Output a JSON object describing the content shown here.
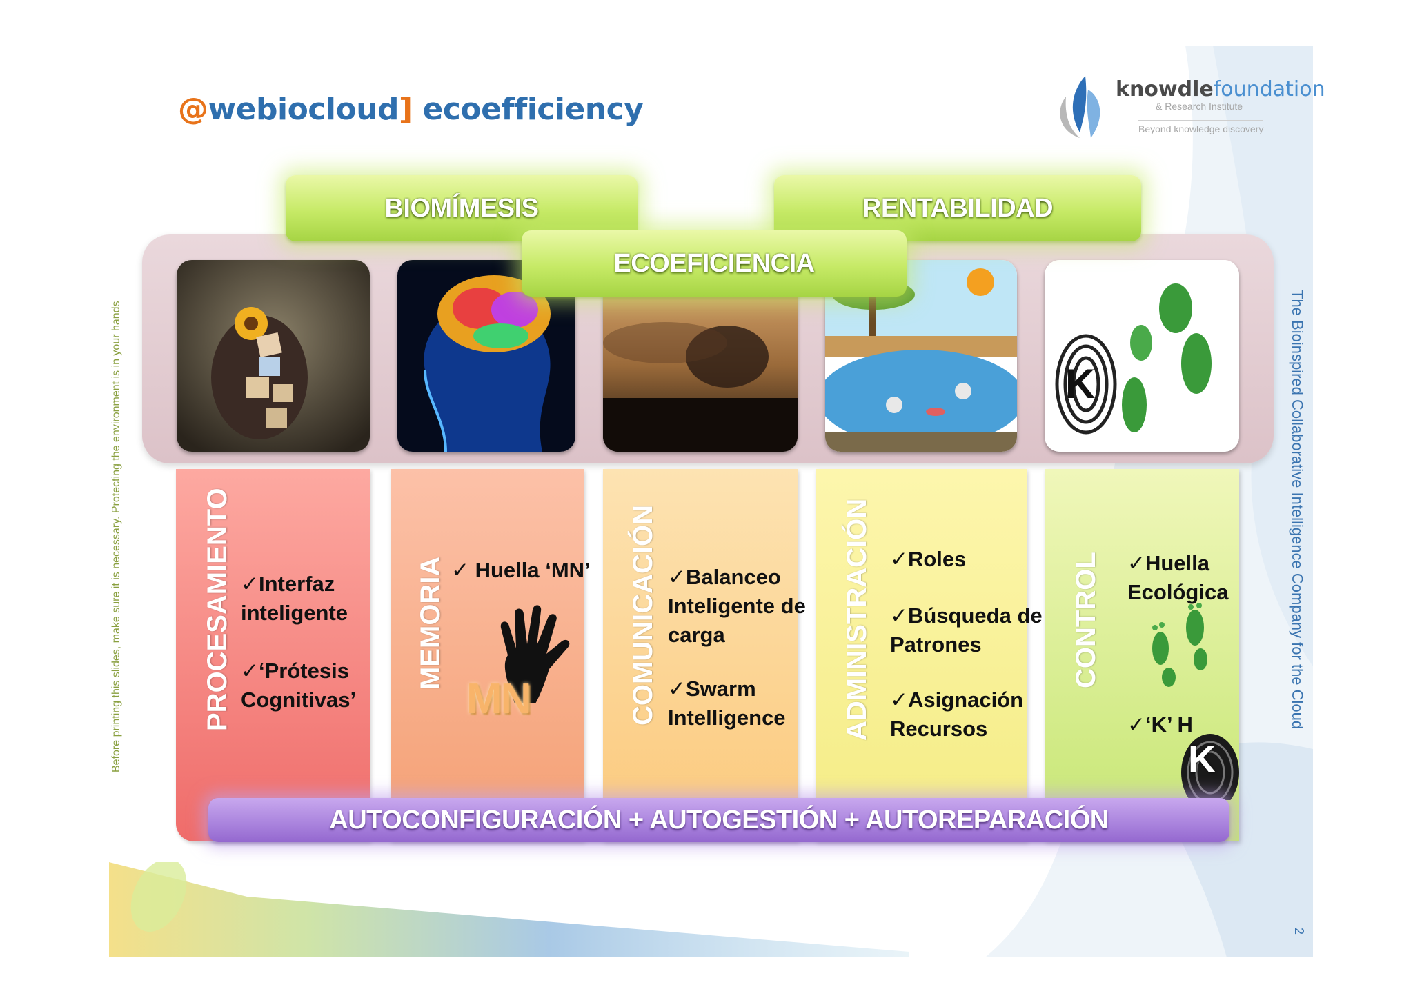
{
  "header": {
    "title_at": "@",
    "title_brand": "webiocloud",
    "title_bracket": "]",
    "title_rest": " ecoefficiency"
  },
  "logo": {
    "name_bold": "knowdle",
    "name_light": "foundation",
    "subtitle": "& Research Institute",
    "tagline": "Beyond knowledge discovery"
  },
  "side_left": "Before printing this slides, make sure it is necessary. Protecting the environment is in your hands",
  "side_right": "The Bioinspired Collaborative Intelligence Company for the Cloud",
  "page_number": "2",
  "top_bars": {
    "biomimesis": "BIOMÍMESIS",
    "rentabilidad": "RENTABILIDAD",
    "ecoeficiencia": "ECOEFICIENCIA"
  },
  "columns": [
    {
      "title": "PROCESAMIENTO",
      "color_top": "#fda9a1",
      "color_bottom": "#ef6c6a",
      "bullets": [
        [
          "✓Interfaz",
          "inteligente"
        ],
        [
          "✓‘Prótesis",
          "Cognitivas’"
        ]
      ]
    },
    {
      "title": "MEMORIA",
      "color_top": "#fcc1a8",
      "color_bottom": "#f4a074",
      "bullets": [
        [
          "✓ Huella ‘MN’"
        ]
      ],
      "badge": "MN"
    },
    {
      "title": "COMUNICACIÓN",
      "color_top": "#fde3b2",
      "color_bottom": "#fbc97c",
      "bullets": [
        [
          "✓Balanceo",
          "Inteligente de",
          "carga"
        ],
        [
          "✓Swarm",
          "Intelligence"
        ]
      ]
    },
    {
      "title": "ADMINISTRACIÓN",
      "color_top": "#fdf6ad",
      "color_bottom": "#f4ec84",
      "bullets": [
        [
          "✓Roles"
        ],
        [
          "✓Búsqueda de",
          "Patrones"
        ],
        [
          "✓Asignación",
          "Recursos"
        ]
      ]
    },
    {
      "title": "CONTROL",
      "color_top": "#f0f7ba",
      "color_bottom": "#c6e673",
      "bullets": [
        [
          "✓Huella",
          "Ecológica"
        ],
        [
          "✓‘K’ H"
        ]
      ],
      "badge": "K"
    }
  ],
  "bottom_bar": "AUTOCONFIGURACIÓN + AUTOGESTIÓN + AUTOREPARACIÓN",
  "colors": {
    "brand_blue": "#2f6fae",
    "brand_orange": "#e8731a",
    "green_bar": "#c6ea66",
    "purple_bar": "#a982dd"
  }
}
